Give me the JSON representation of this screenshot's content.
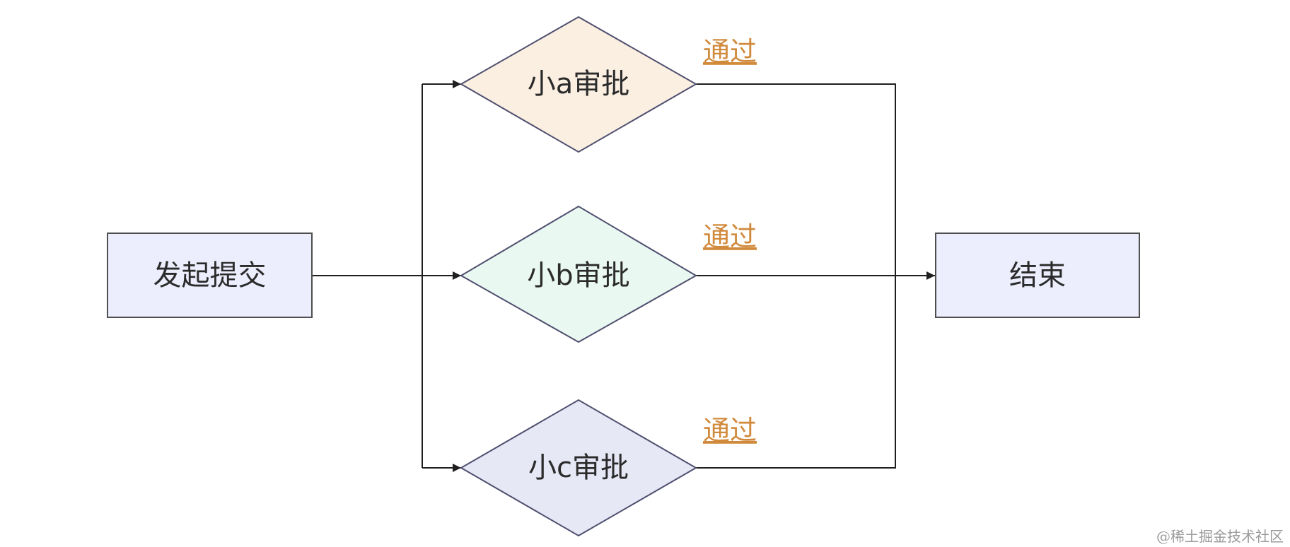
{
  "nodes": {
    "start": {
      "label": "发起提交",
      "fill": "#ecedfd",
      "stroke": "#4f4f4f"
    },
    "approver_a": {
      "label": "小a审批",
      "fill": "#fbefe2",
      "stroke": "#4f4f6f"
    },
    "approver_b": {
      "label": "小b审批",
      "fill": "#eaf8f2",
      "stroke": "#4f4f6f"
    },
    "approver_c": {
      "label": "小c审批",
      "fill": "#e7e8f6",
      "stroke": "#4f4f6f"
    },
    "end": {
      "label": "结束",
      "fill": "#ecedfd",
      "stroke": "#4f4f4f"
    }
  },
  "edges": {
    "a_to_end": {
      "label": "通过"
    },
    "b_to_end": {
      "label": "通过"
    },
    "c_to_end": {
      "label": "通过"
    }
  },
  "watermark": "@稀土掘金技术社区",
  "colors": {
    "edge_label": "#d18a3c",
    "line": "#1f1f1f"
  }
}
